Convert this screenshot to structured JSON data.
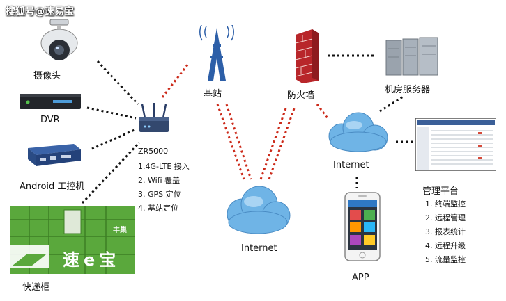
{
  "watermark": "搜狐号@速易宝",
  "devices": {
    "camera": "摄像头",
    "dvr": "DVR",
    "android": "Android 工控机",
    "locker": "快递柜"
  },
  "router": {
    "model": "ZR5000",
    "features": [
      "1.4G-LTE 接入",
      "2. Wifi 覆盖",
      "3. GPS 定位",
      "4. 基站定位"
    ]
  },
  "base_station": "基站",
  "firewall": "防火墙",
  "server_room": "机房服务器",
  "internet_left": "Internet",
  "internet_right": "Internet",
  "app": "APP",
  "platform": {
    "title": "管理平台",
    "items": [
      "1. 终端监控",
      "2. 远程管理",
      "3. 报表统计",
      "4. 远程升级",
      "5. 流量监控"
    ]
  },
  "locker_brand": "丰巢",
  "logo_text": "速e宝",
  "colors": {
    "link_black": "#111111",
    "link_red": "#cc2a1a",
    "cloud": "#6fb4e6",
    "tower": "#2d5fa8",
    "locker_green": "#5aa83c"
  }
}
